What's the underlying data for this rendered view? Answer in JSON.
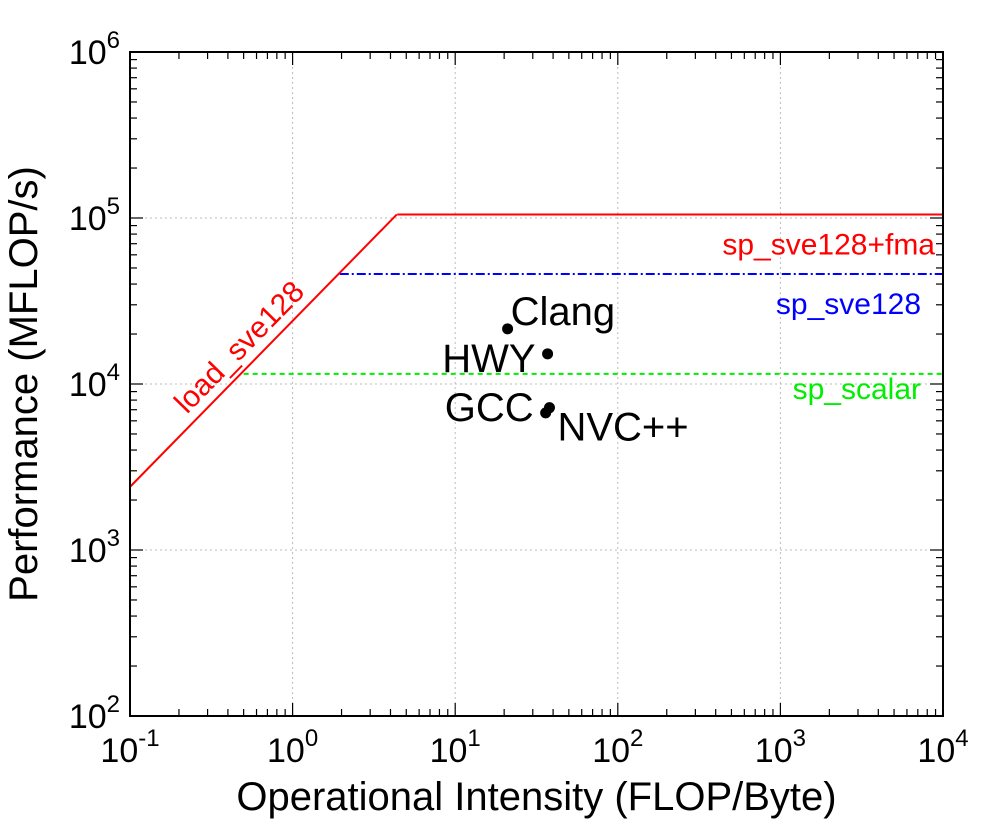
{
  "chart_data": {
    "type": "scatter",
    "title": "",
    "xlabel": "Operational Intensity (FLOP/Byte)",
    "ylabel": "Performance (MFLOP/s)",
    "xscale": "log",
    "yscale": "log",
    "xlim": [
      0.1,
      10000
    ],
    "ylim": [
      100,
      1000000
    ],
    "grid": true,
    "x_ticks": [
      {
        "value": 0.1,
        "base": "10",
        "exp": "-1"
      },
      {
        "value": 1,
        "base": "10",
        "exp": "0"
      },
      {
        "value": 10,
        "base": "10",
        "exp": "1"
      },
      {
        "value": 100,
        "base": "10",
        "exp": "2"
      },
      {
        "value": 1000,
        "base": "10",
        "exp": "3"
      },
      {
        "value": 10000,
        "base": "10",
        "exp": "4"
      }
    ],
    "y_ticks": [
      {
        "value": 100,
        "base": "10",
        "exp": "2"
      },
      {
        "value": 1000,
        "base": "10",
        "exp": "3"
      },
      {
        "value": 10000,
        "base": "10",
        "exp": "4"
      },
      {
        "value": 100000,
        "base": "10",
        "exp": "5"
      },
      {
        "value": 1000000,
        "base": "10",
        "exp": "6"
      }
    ],
    "roofs": [
      {
        "name": "sp_sve128+fma",
        "value": 105000,
        "color": "#ff0000",
        "style": "solid",
        "x_start": 4.4
      },
      {
        "name": "sp_sve128",
        "value": 46000,
        "color": "#0000ff",
        "style": "dashdot",
        "x_start": 1.95
      },
      {
        "name": "sp_scalar",
        "value": 11500,
        "color": "#00ee00",
        "style": "dashed",
        "x_start": 0.5
      }
    ],
    "bandwidth": {
      "name": "load_sve128",
      "gb_s": 24,
      "color": "#ff0000"
    },
    "points": [
      {
        "name": "Clang",
        "x": 21,
        "y": 21500
      },
      {
        "name": "HWY",
        "x": 37,
        "y": 15200
      },
      {
        "name": "GCC",
        "x": 36,
        "y": 6700
      },
      {
        "name": "NVC++",
        "x": 38,
        "y": 7200
      }
    ]
  }
}
